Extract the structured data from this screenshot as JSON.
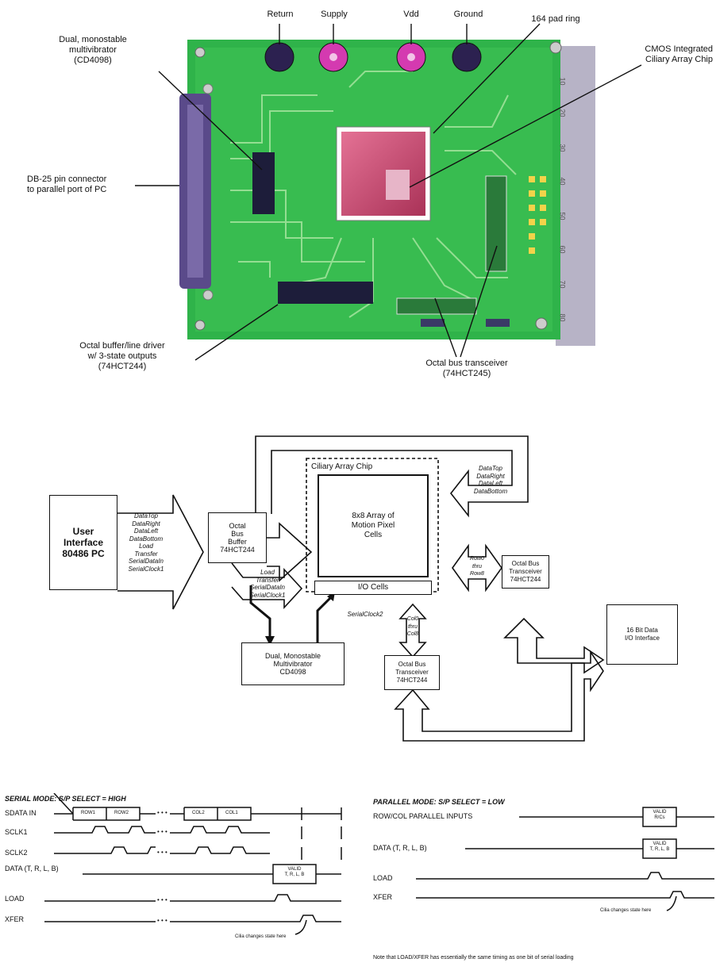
{
  "photo": {
    "connectors": [
      "Return",
      "Supply",
      "Vdd",
      "Ground"
    ],
    "labels": {
      "pad_ring": "164 pad ring",
      "chip": [
        "CMOS Integrated",
        "Ciliary Array Chip"
      ],
      "multivibrator": [
        "Dual, monostable",
        "multivibrator",
        "(CD4098)"
      ],
      "db25": [
        "DB-25 pin connector",
        "to parallel port of PC"
      ],
      "buffer": [
        "Octal buffer/line driver",
        "w/ 3-state outputs",
        "(74HCT244)"
      ],
      "transceiver": [
        "Octal bus transceiver",
        "(74HCT245)"
      ]
    },
    "ruler_marks": [
      "10",
      "20",
      "30",
      "40",
      "50",
      "60",
      "70",
      "80"
    ]
  },
  "block": {
    "user_interface": [
      "User",
      "Interface",
      "80486 PC"
    ],
    "pc_signals": [
      "DataTop",
      "DataRight",
      "DataLeft",
      "DataBottom",
      "Load",
      "Transfer",
      "SerialDataIn",
      "SerialClock1"
    ],
    "octal_buffer": [
      "Octal",
      "Bus",
      "Buffer",
      "74HCT244"
    ],
    "buffer_signals": [
      "Load",
      "Transfer",
      "SerialDataIn",
      "SerialClock1"
    ],
    "chip_title": "Ciliary Array Chip",
    "array": [
      "8x8 Array of",
      "Motion Pixel",
      "Cells"
    ],
    "io_cells": "I/O Cells",
    "serial_clock2": "SerialClock2",
    "top_signals": [
      "DataTop",
      "DataRight",
      "DataLeft",
      "DataBottom"
    ],
    "row_signals": [
      "Row0",
      "thru",
      "Row8"
    ],
    "col_signals": [
      "Col0",
      "thru",
      "Col8"
    ],
    "transceiver_right": [
      "Octal Bus",
      "Transceiver",
      "74HCT244"
    ],
    "transceiver_bottom": [
      "Octal Bus",
      "Transceiver",
      "74HCT244"
    ],
    "multivibrator": [
      "Dual, Monostable",
      "Multivibrator",
      "CD4098"
    ],
    "data_io": [
      "16 Bit Data",
      "I/O Interface"
    ]
  },
  "timing": {
    "serial_title": "SERIAL MODE: S/P SELECT = HIGH",
    "serial_signals": [
      "SDATA IN",
      "SCLK1",
      "SCLK2",
      "DATA (T, R, L, B)",
      "LOAD",
      "XFER"
    ],
    "serial_bits": [
      "ROW1",
      "ROW2",
      "COL2",
      "COL1"
    ],
    "serial_valid": [
      "VALID",
      "T, R, L, B"
    ],
    "serial_note": "Cilia changes state here",
    "ellipsis": "• • •",
    "parallel_title": "PARALLEL MODE: S/P SELECT = LOW",
    "parallel_signals": [
      "ROW/COL PARALLEL INPUTS",
      "DATA (T, R, L, B)",
      "LOAD",
      "XFER"
    ],
    "parallel_valid1": [
      "VALID",
      "R/Cs"
    ],
    "parallel_valid2": [
      "VALID",
      "T, R, L, B"
    ],
    "parallel_note": "Cilia changes state here",
    "bottom_note": "Note that LOAD/XFER has essentially the same timing as one bit of serial loading"
  }
}
